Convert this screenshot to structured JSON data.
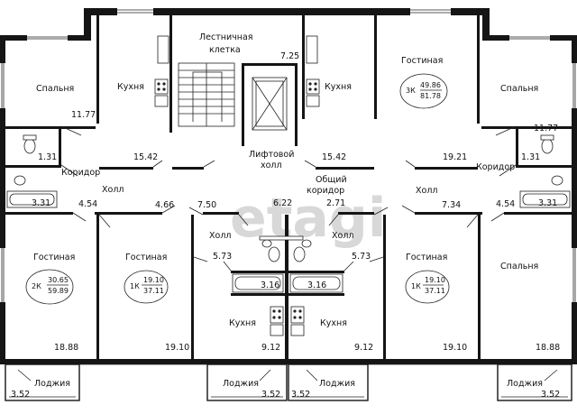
{
  "rooms": {
    "stair": {
      "line1": "Лестничная",
      "line2": "клетка",
      "area": "7.25"
    },
    "elevator_hall": {
      "line1": "Лифтовой",
      "line2": "холл",
      "area": "15.42"
    },
    "common_corridor": {
      "line1": "Общий",
      "line2": "коридор",
      "area": "2.71"
    },
    "top_left_bedroom": {
      "label": "Спальня",
      "area": "11.77"
    },
    "top_left_kitchen": {
      "label": "Кухня",
      "area": "15.42"
    },
    "top_left_bath": {
      "area": "1.31"
    },
    "top_left_corridor": {
      "label": "Коридор",
      "bath_area": "3.31",
      "area": "4.54"
    },
    "top_left_hall": {
      "label": "Холл",
      "area": "4.66"
    },
    "top_right_living": {
      "label": "Гостиная",
      "area": "19.21"
    },
    "top_right_kitchen": {
      "label": "Кухня"
    },
    "top_right_bedroom": {
      "label": "Спальня",
      "area": "11.77"
    },
    "top_right_bath": {
      "area": "1.31"
    },
    "top_right_corridor": {
      "label": "Коридор",
      "bath_area": "3.31",
      "area": "4.54"
    },
    "top_right_hall": {
      "label": "Холл",
      "area": "7.34"
    },
    "apt_3k": {
      "type": "3К",
      "living": "49.86",
      "total": "81.78"
    },
    "bottom_left_living": {
      "label": "Гостиная",
      "area": "18.88"
    },
    "apt_2k": {
      "type": "2К",
      "living": "30.65",
      "total": "59.89"
    },
    "bottom_cl_living": {
      "label": "Гостиная",
      "area": "19.10"
    },
    "apt_1k_left": {
      "type": "1К",
      "living": "19.10",
      "total": "37.11"
    },
    "bottom_cl_hall": {
      "label": "Холл",
      "area": "5.73",
      "hall_area2": "7.50"
    },
    "bottom_cl_bath": {
      "area": "3.16"
    },
    "bottom_cl_kitchen": {
      "label": "Кухня",
      "area": "9.12"
    },
    "bottom_cr_hall": {
      "label": "Холл",
      "area": "5.73",
      "hall_area2": "6.22"
    },
    "bottom_cr_bath": {
      "area": "3.16"
    },
    "bottom_cr_kitchen": {
      "label": "Кухня",
      "area": "9.12"
    },
    "bottom_cr_living": {
      "label": "Гостиная",
      "area": "19.10"
    },
    "apt_1k_right": {
      "type": "1К",
      "living": "19.10",
      "total": "37.11"
    },
    "bottom_right_bedroom": {
      "label": "Спальня",
      "area": "18.88"
    },
    "loggias": [
      {
        "label": "Лоджия",
        "area": "3.52"
      },
      {
        "label": "Лоджия",
        "area": "3.52"
      },
      {
        "label": "Лоджия",
        "area": "3.52"
      },
      {
        "label": "Лоджия",
        "area": "3.52"
      }
    ]
  },
  "watermark": "etagi"
}
